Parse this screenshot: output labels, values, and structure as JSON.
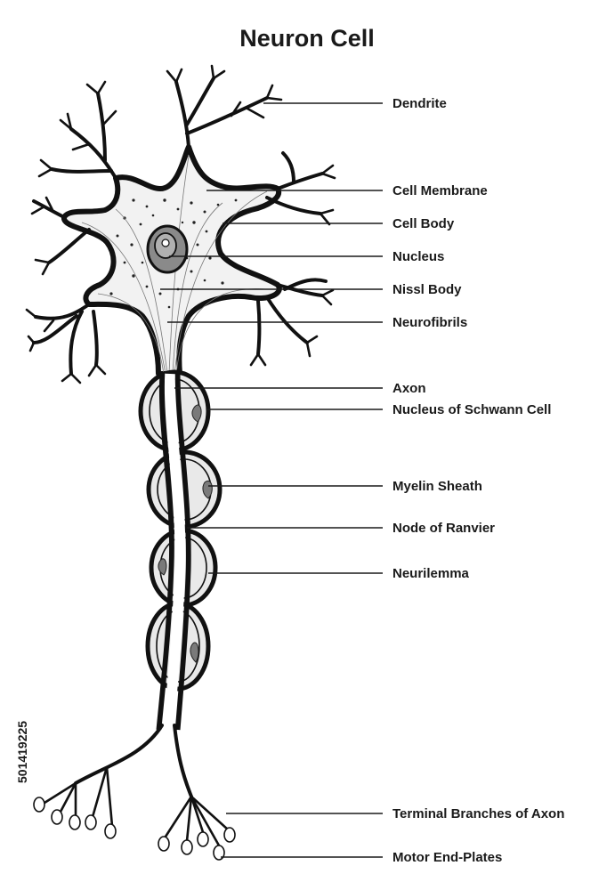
{
  "title": "Neuron Cell",
  "labels": [
    {
      "id": "dendrite",
      "text": "Dendrite"
    },
    {
      "id": "cell-membrane",
      "text": "Cell Membrane"
    },
    {
      "id": "cell-body",
      "text": "Cell Body"
    },
    {
      "id": "nucleus",
      "text": "Nucleus"
    },
    {
      "id": "nissl-body",
      "text": "Nissl Body"
    },
    {
      "id": "neurofibrils",
      "text": "Neurofibrils"
    },
    {
      "id": "axon",
      "text": "Axon"
    },
    {
      "id": "nucleus-of-schwann-cell",
      "text": "Nucleus of Schwann Cell"
    },
    {
      "id": "myelin-sheath",
      "text": "Myelin Sheath"
    },
    {
      "id": "node-of-ranvier",
      "text": "Node of Ranvier"
    },
    {
      "id": "neurilemma",
      "text": "Neurilemma"
    },
    {
      "id": "terminal-branches-of-axon",
      "text": "Terminal Branches of Axon"
    },
    {
      "id": "motor-end-plates",
      "text": "Motor End-Plates"
    }
  ],
  "watermark": "501419225",
  "colors": {
    "ink": "#111111",
    "cytoplasm": "#f2f2f2",
    "nucleus": "#8a8a8a",
    "nucleolus": "#b0b0b0",
    "sheath": "#e9e9e9",
    "schwann": "#7a7a7a"
  }
}
